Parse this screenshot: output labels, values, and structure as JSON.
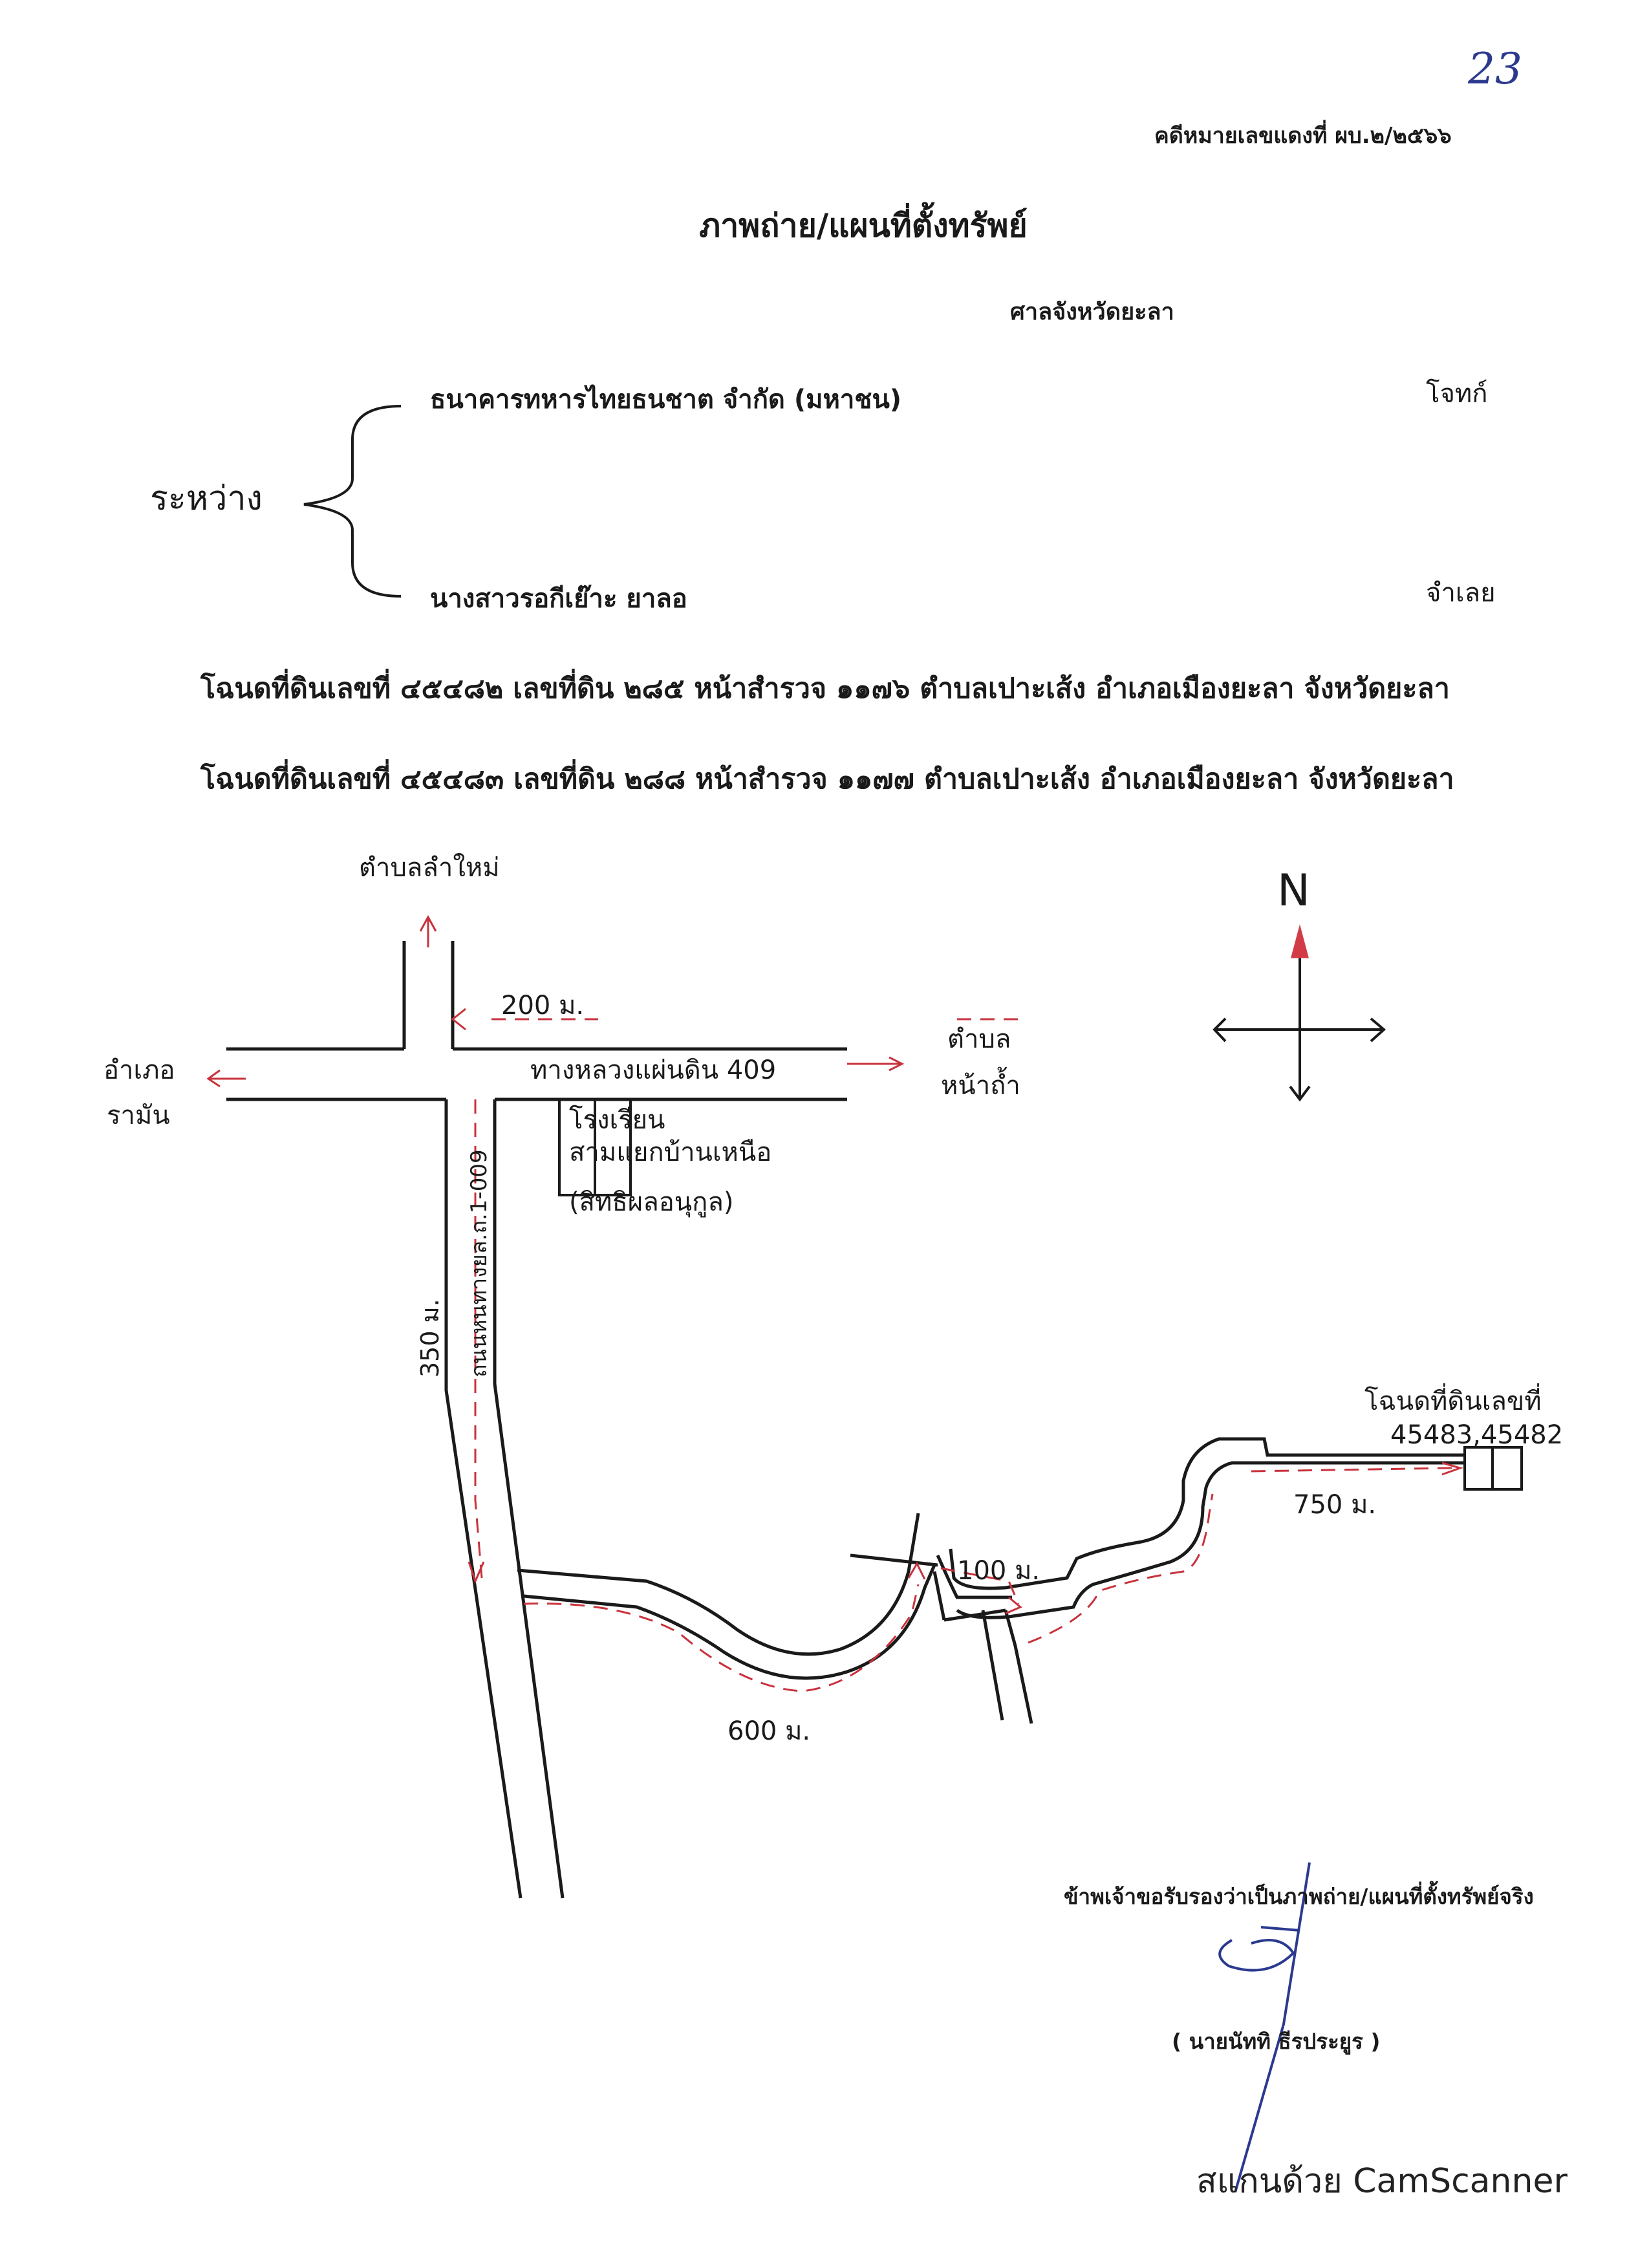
{
  "page_number": "23",
  "case_number": "คดีหมายเลขแดงที่ ผบ.๒/๒๕๖๖",
  "document_title": "ภาพถ่าย/แผนที่ตั้งทรัพย์",
  "court": "ศาลจังหวัดยะลา",
  "between_label": "ระหว่าง",
  "plaintiff": {
    "name": "ธนาคารทหารไทยธนชาต จำกัด (มหาชน)",
    "role": "โจทก์"
  },
  "defendant": {
    "name": "นางสาวรอกีเย๊าะ ยาลอ",
    "role": "จำเลย"
  },
  "deeds": [
    "โฉนดที่ดินเลขที่ ๔๕๔๘๒ เลขที่ดิน ๒๘๕ หน้าสำรวจ ๑๑๗๖ ตำบลเปาะเส้ง อำเภอเมืองยะลา จังหวัดยะลา",
    "โฉนดที่ดินเลขที่ ๔๕๔๘๓ เลขที่ดิน ๒๘๘ หน้าสำรวจ ๑๑๗๗ ตำบลเปาะเส้ง อำเภอเมืองยะลา จังหวัดยะลา"
  ],
  "map": {
    "north_label": "N",
    "labels": {
      "top_destination": "ตำบลลำใหม่",
      "left_destination_line1": "อำเภอ",
      "left_destination_line2": "รามัน",
      "right_destination_line1": "ตำบล",
      "right_destination_line2": "หน้าถ้ำ",
      "highway": "ทางหลวงแผ่นดิน 409",
      "school_line1": "โรงเรียน",
      "school_line2": "สามแยกบ้านเหนือ",
      "school_line3": "(สิทธิผลอนุกูล)",
      "side_road": "ถนนหนทางยล.ถ.1-009",
      "distance_200": "200 ม.",
      "distance_350": "350 ม.",
      "distance_600": "600 ม.",
      "distance_100": "100 ม.",
      "distance_750": "750 ม.",
      "plot_line1": "โฉนดที่ดินเลขที่",
      "plot_line2": "45483,45482"
    }
  },
  "certification": "ข้าพเจ้าขอรับรองว่าเป็นภาพถ่าย/แผนที่ตั้งทรัพย์จริง",
  "signer": "( นายนัททิ ธีรประยูร )",
  "scanner_watermark": "สแกนด้วย CamScanner",
  "colors": {
    "ink": "#1a1a1a",
    "route": "#c8323c",
    "north_arrow": "#d23c46",
    "page_number": "#2b3a8f"
  }
}
